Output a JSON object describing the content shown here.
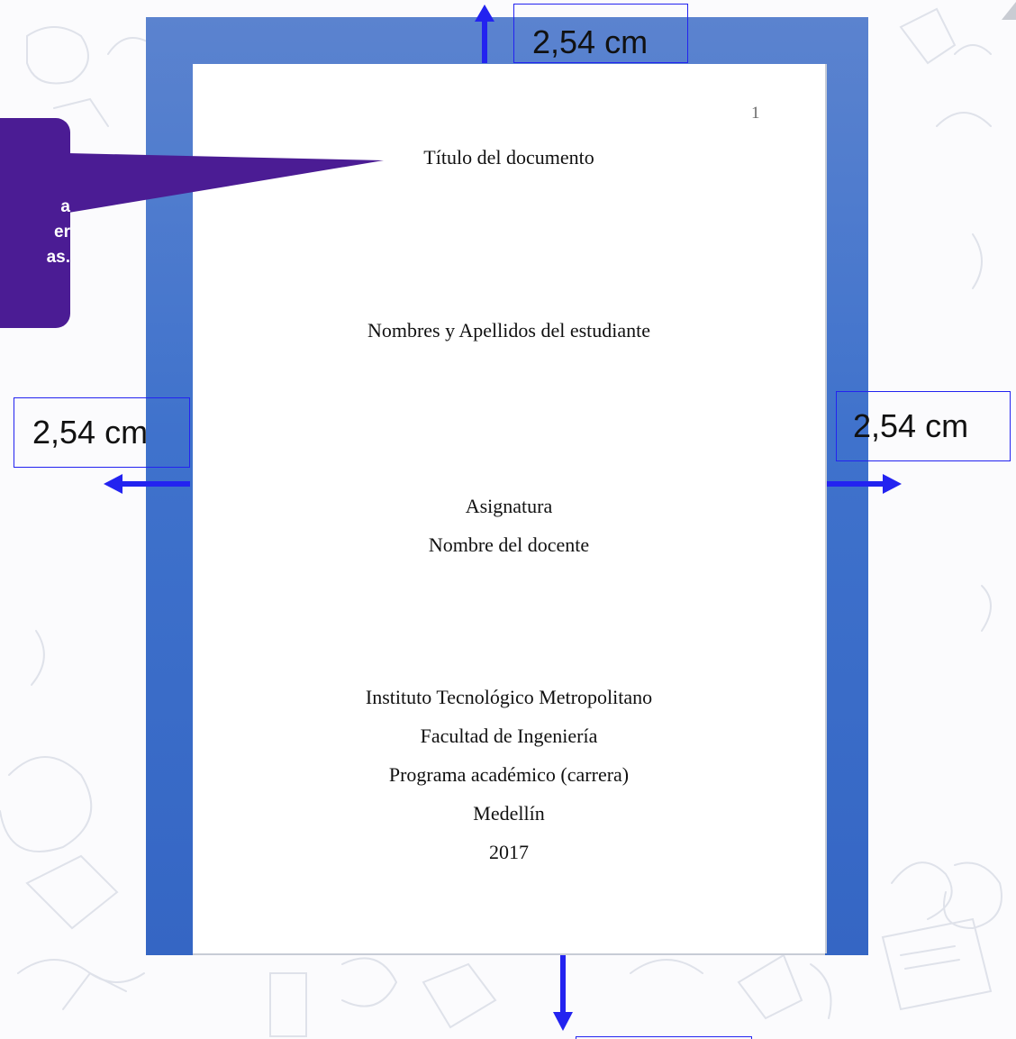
{
  "document": {
    "page_number": "1",
    "title": "Título del documento",
    "student": "Nombres y Apellidos del estudiante",
    "subject": "Asignatura",
    "teacher": "Nombre del docente",
    "institution": "Instituto Tecnológico Metropolitano",
    "faculty": "Facultad de Ingeniería",
    "program": "Programa académico (carrera)",
    "city": "Medellín",
    "year": "2017"
  },
  "margins": {
    "top": "2,54 cm",
    "left": "2,54 cm",
    "right": "2,54 cm",
    "bottom": ""
  },
  "callout": {
    "text": "a\ner\nas."
  },
  "colors": {
    "margin_frame": "#4a76cc",
    "callout": "#4b1c94",
    "measure_arrow": "#2323f0"
  }
}
